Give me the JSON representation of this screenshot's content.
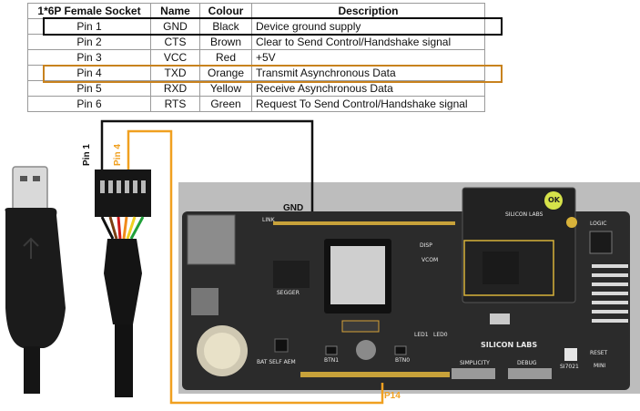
{
  "table": {
    "headers": [
      "1*6P Female Socket",
      "Name",
      "Colour",
      "Description"
    ],
    "rows": [
      [
        "Pin 1",
        "GND",
        "Black",
        "Device ground supply"
      ],
      [
        "Pin 2",
        "CTS",
        "Brown",
        "Clear to Send Control/Handshake signal"
      ],
      [
        "Pin 3",
        "VCC",
        "Red",
        "+5V"
      ],
      [
        "Pin 4",
        "TXD",
        "Orange",
        "Transmit Asynchronous Data"
      ],
      [
        "Pin 5",
        "RXD",
        "Yellow",
        "Receive Asynchronous Data"
      ],
      [
        "Pin 6",
        "RTS",
        "Green",
        "Request To Send Control/Handshake signal"
      ]
    ],
    "highlight_row_1_color": "#000000",
    "highlight_row_4_color": "#c8821e"
  },
  "labels": {
    "pin1": "Pin 1",
    "pin4": "Pin 4",
    "gnd": "GND",
    "p14": "P14"
  },
  "board": {
    "brand": "SILICON LABS",
    "silk_link": "LINK",
    "silk_vcom": "VCOM",
    "silk_disp": "DISP",
    "silk_logic": "LOGIC",
    "silk_led1": "LED1",
    "silk_led0": "LED0",
    "silk_btn1": "BTN1",
    "silk_btn0": "BTN0",
    "silk_bat": "BAT SELF AEM",
    "silk_simplicity": "SIMPLICITY",
    "silk_debug": "DEBUG",
    "silk_si7021": "SI7021",
    "silk_reset": "RESET",
    "silk_mini": "MINI",
    "silk_segger": "SEGGER",
    "ok_badge": "OK",
    "brand_module": "SILICON LABS"
  },
  "colors": {
    "gnd_wire": "#111111",
    "txd_wire": "#f0a020",
    "board": "#2b2b2b",
    "background": "#ffffff"
  }
}
